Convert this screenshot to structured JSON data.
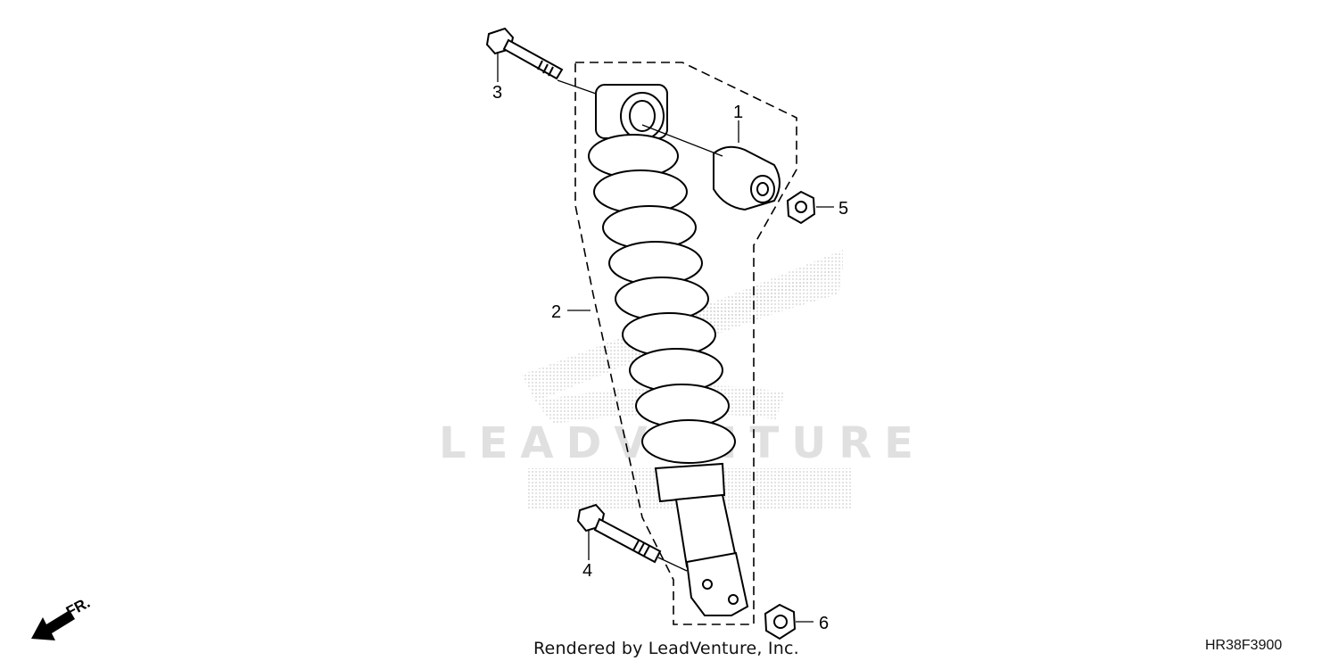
{
  "diagram": {
    "part_callouts": [
      "1",
      "2",
      "3",
      "4",
      "5",
      "6"
    ],
    "front_arrow_label": "FR.",
    "watermark_text": "LEADVENTURE",
    "credit_text": "Rendered by LeadVenture, Inc.",
    "diagram_code": "HR38F3900"
  },
  "colors": {
    "line": "#000000",
    "watermark": "#e0e0e0"
  }
}
